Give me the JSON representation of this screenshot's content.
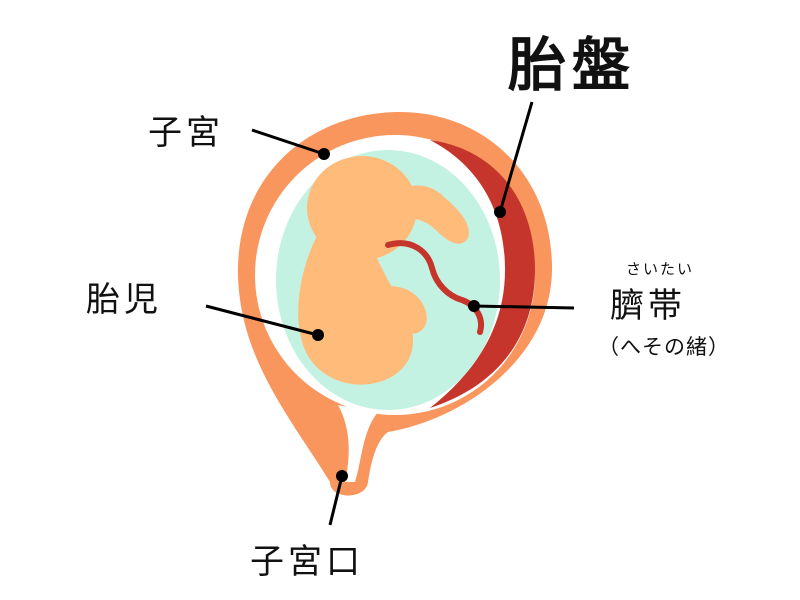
{
  "labels": {
    "placenta": "胎盤",
    "uterus": "子宮",
    "fetus": "胎児",
    "umbilical_cord_reading": "さいたい",
    "umbilical_cord": "臍帯",
    "umbilical_cord_note": "（へその緒）",
    "cervix": "子宮口"
  },
  "colors": {
    "uterus_wall": "#F9965E",
    "placenta": "#C5352B",
    "amniotic_fluid": "#C4F2E2",
    "fetus": "#FFBB7A",
    "umbilical_cord": "#C5352B",
    "leader_line": "#000000"
  }
}
